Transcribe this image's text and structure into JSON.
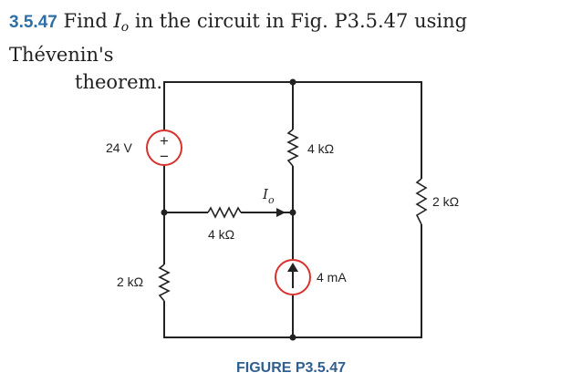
{
  "problem": {
    "number": "3.5.47",
    "text_part1": "Find ",
    "var_main": "I",
    "var_sub": "o",
    "text_part2": " in the circuit in Fig. P3.5.47 using Thévenin's",
    "text_line2": "theorem."
  },
  "circuit": {
    "source_24v": "24 V",
    "plus_sign": "+",
    "minus_sign": "−",
    "r_top": "4 kΩ",
    "r_right": "2 kΩ",
    "r_middle": "4 kΩ",
    "r_bottom_left": "2 kΩ",
    "current_source": "4 mA",
    "io_main": "I",
    "io_sub": "o"
  },
  "caption": "FIGURE P3.5.47",
  "colors": {
    "source_red": "#d7322b",
    "caption_blue": "#2e5f8f",
    "number_blue": "#2e6fa8"
  }
}
